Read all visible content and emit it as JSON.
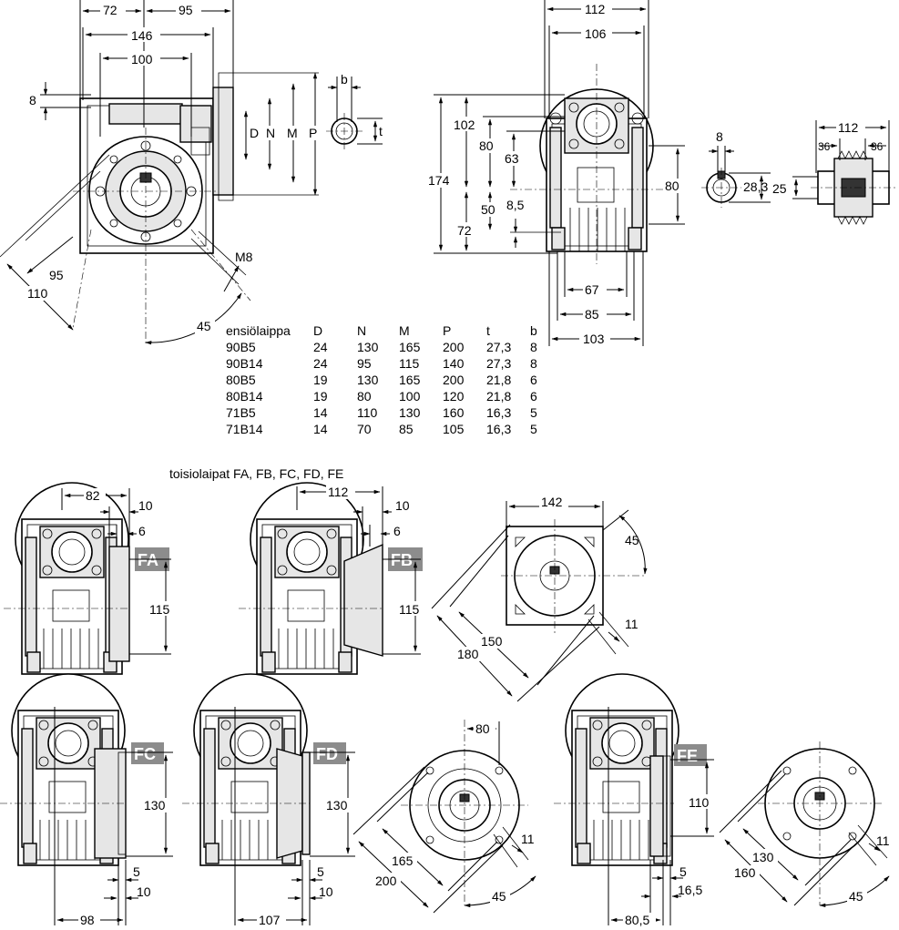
{
  "main_view": {
    "dims": [
      "72",
      "95",
      "146",
      "100",
      "8",
      "D",
      "N",
      "M",
      "P",
      "b",
      "t",
      "95",
      "110",
      "M8",
      "45"
    ]
  },
  "side_view": {
    "dims": [
      "112",
      "106",
      "102",
      "80",
      "63",
      "174",
      "50",
      "8,5",
      "72",
      "80",
      "67",
      "85",
      "103"
    ]
  },
  "shaft_view": {
    "dims": [
      "8",
      "28,3",
      "112",
      "36",
      "36",
      "25"
    ]
  },
  "input_flange_table": {
    "headers": [
      "ensiölaippa",
      "D",
      "N",
      "M",
      "P",
      "t",
      "b"
    ],
    "rows": [
      [
        "90B5",
        "24",
        "130",
        "165",
        "200",
        "27,3",
        "8"
      ],
      [
        "90B14",
        "24",
        "95",
        "115",
        "140",
        "27,3",
        "8"
      ],
      [
        "80B5",
        "19",
        "130",
        "165",
        "200",
        "21,8",
        "6"
      ],
      [
        "80B14",
        "19",
        "80",
        "100",
        "120",
        "21,8",
        "6"
      ],
      [
        "71B5",
        "14",
        "110",
        "130",
        "160",
        "16,3",
        "5"
      ],
      [
        "71B14",
        "14",
        "70",
        "85",
        "105",
        "16,3",
        "5"
      ]
    ]
  },
  "output_flanges": {
    "caption": "toisiolaipat FA, FB, FC, FD, FE",
    "fa": {
      "tag": "FA",
      "dims": [
        "82",
        "10",
        "6",
        "115"
      ]
    },
    "fb": {
      "tag": "FB",
      "dims": [
        "112",
        "10",
        "6",
        "115"
      ]
    },
    "fab_front": {
      "dims": [
        "142",
        "45",
        "150",
        "180",
        "11"
      ]
    },
    "fc": {
      "tag": "FC",
      "dims": [
        "130",
        "5",
        "10",
        "98"
      ]
    },
    "fd": {
      "tag": "FD",
      "dims": [
        "130",
        "5",
        "10",
        "107"
      ]
    },
    "fcd_front": {
      "dims": [
        "80",
        "11",
        "165",
        "200",
        "45"
      ]
    },
    "fe": {
      "tag": "FE",
      "dims": [
        "110",
        "5",
        "16,5",
        "80,5"
      ]
    },
    "fe_front": {
      "dims": [
        "11",
        "130",
        "160",
        "45"
      ]
    }
  }
}
